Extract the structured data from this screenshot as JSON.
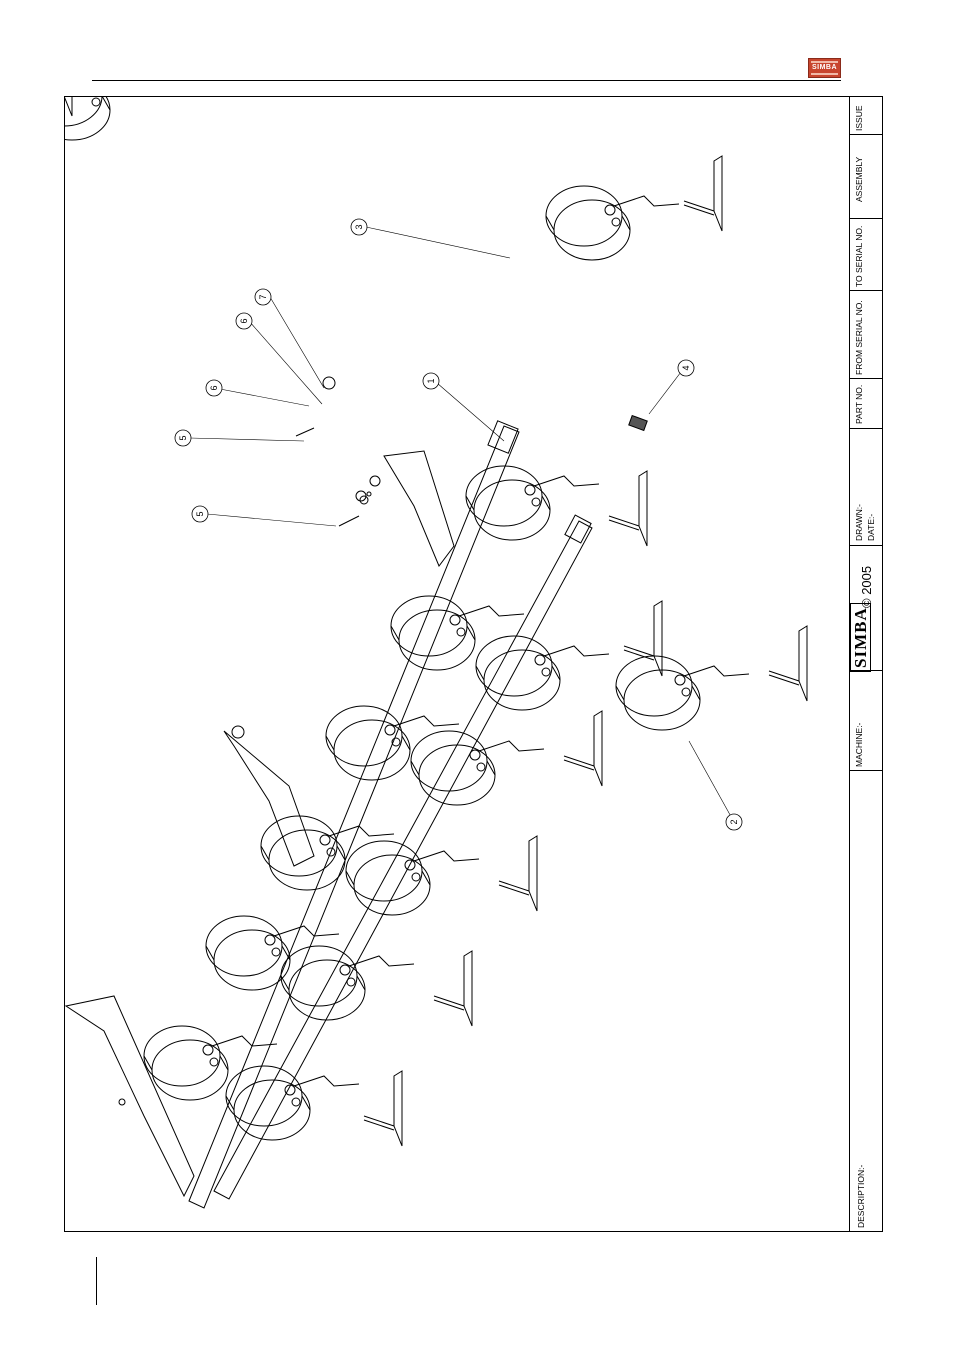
{
  "header": {
    "logo_text": "SIMBA"
  },
  "title_block": {
    "issue": "ISSUE",
    "assembly": "ASSEMBLY",
    "to_serial": "TO SERIAL NO.",
    "from_serial": "FROM SERIAL NO.",
    "part_no": "PART NO.",
    "drawn": "DRAWN:-",
    "date": "DATE:-",
    "brand": "SIMBA",
    "copyright": "© 2005",
    "machine": "MACHINE:-",
    "description": "DESCRIPTION:-"
  },
  "callouts": [
    "1",
    "2",
    "3",
    "4",
    "5",
    "5",
    "6",
    "6",
    "7"
  ],
  "colors": {
    "line": "#000000",
    "logo_red": "#c8452e",
    "part_gray": "#555555"
  }
}
